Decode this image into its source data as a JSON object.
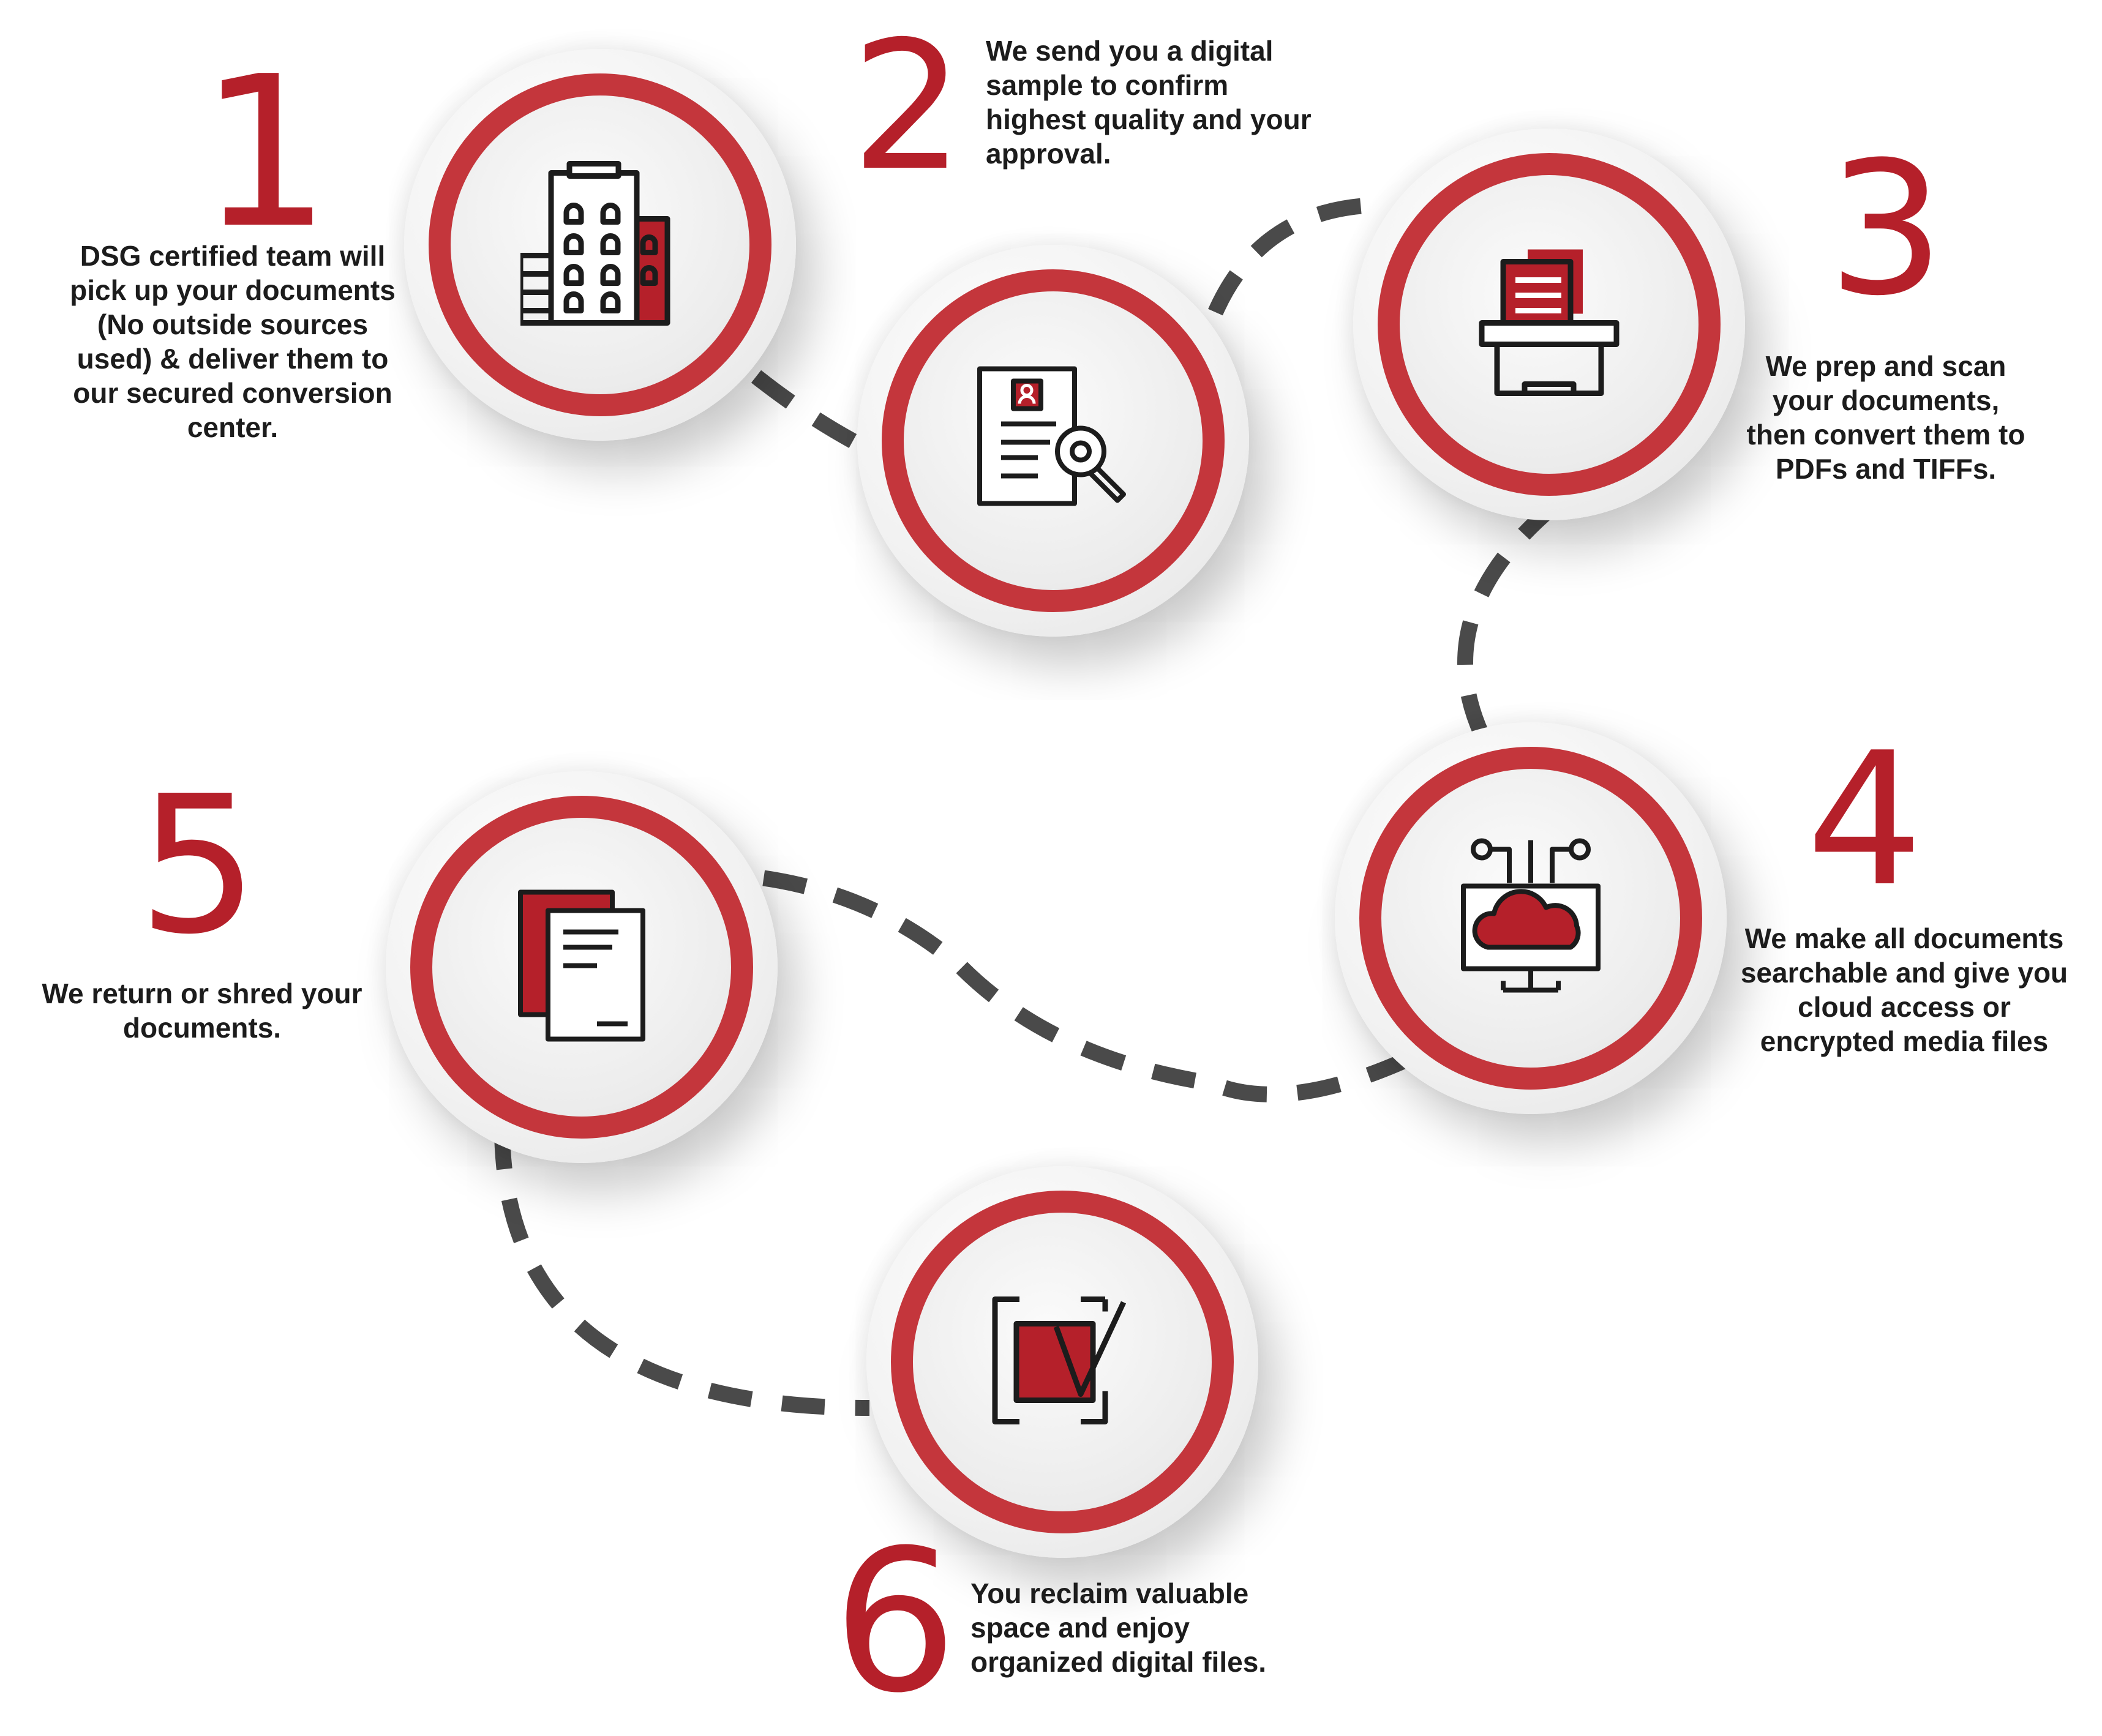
{
  "colors": {
    "accent": "#c4363c",
    "number": "#b5202a",
    "connector": "#4a4a4a",
    "text": "#1c1c1c"
  },
  "steps": [
    {
      "number": "1",
      "icon": "building-icon",
      "text": "DSG certified team will\npick up your documents\n(No outside sources\nused) & deliver them to\nour secured conversion\ncenter."
    },
    {
      "number": "2",
      "icon": "document-search-icon",
      "text": "We send you a digital\nsample to confirm\nhighest quality and your\napproval."
    },
    {
      "number": "3",
      "icon": "scanner-icon",
      "text": "We prep and scan\nyour documents,\nthen convert them to\nPDFs and TIFFs."
    },
    {
      "number": "4",
      "icon": "cloud-network-icon",
      "text": "We make all documents\nsearchable and give you\ncloud access or\nencrypted media files"
    },
    {
      "number": "5",
      "icon": "documents-stack-icon",
      "text": "We return or shred your\ndocuments."
    },
    {
      "number": "6",
      "icon": "checkbox-check-icon",
      "text": "You reclaim valuable\nspace and enjoy\norganized digital files."
    }
  ]
}
